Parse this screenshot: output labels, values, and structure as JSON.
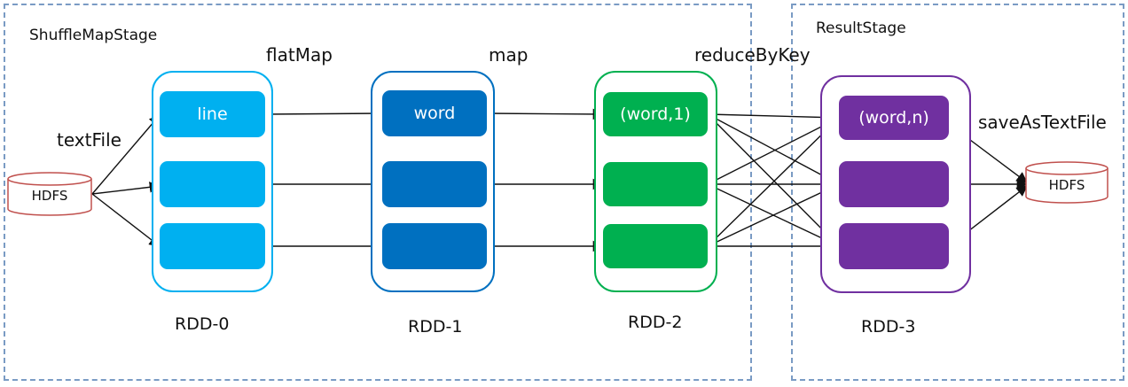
{
  "stages": {
    "shuffle": "ShuffleMapStage",
    "result": "ResultStage"
  },
  "operations": {
    "textFile": "textFile",
    "flatMap": "flatMap",
    "map": "map",
    "reduceByKey": "reduceByKey",
    "saveAsTextFile": "saveAsTextFile"
  },
  "sources": {
    "input": "HDFS",
    "output": "HDFS"
  },
  "rdds": [
    {
      "name": "RDD-0",
      "color": "#00b0f0",
      "partitions": [
        "line",
        "",
        ""
      ]
    },
    {
      "name": "RDD-1",
      "color": "#0070c0",
      "partitions": [
        "word",
        "",
        ""
      ]
    },
    {
      "name": "RDD-2",
      "color": "#00b050",
      "partitions": [
        "(word,1)",
        "",
        ""
      ]
    },
    {
      "name": "RDD-3",
      "color": "#7030a0",
      "partitions": [
        "(word,n)",
        "",
        ""
      ]
    }
  ],
  "colors": {
    "stage_border": "#7a9bc4",
    "db_border": "#c0504d",
    "edge": "#111111"
  }
}
